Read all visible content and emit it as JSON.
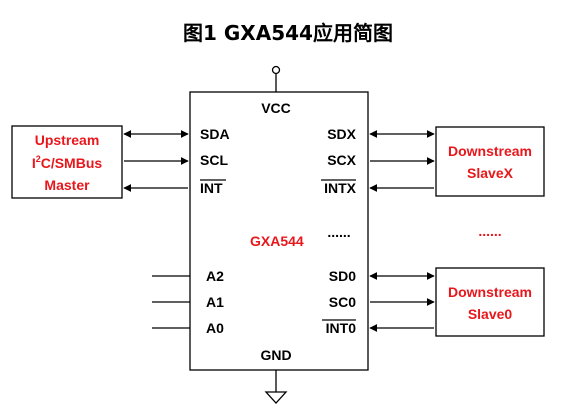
{
  "title": "图1 GXA544应用简图",
  "chip": {
    "name": "GXA544",
    "vcc": "VCC",
    "gnd": "GND",
    "dots": "......",
    "left_pins": [
      "SDA",
      "SCL",
      "INT",
      "A2",
      "A1",
      "A0"
    ],
    "right_pins": [
      "SDX",
      "SCX",
      "INTX",
      "SD0",
      "SC0",
      "INT0"
    ]
  },
  "master": {
    "line1": "Upstream",
    "line2_pre": "I",
    "line2_sup": "2",
    "line2_post": "C/SMBus",
    "line3": "Master"
  },
  "slave_x": {
    "line1": "Downstream",
    "line2": "SlaveX"
  },
  "slave_0": {
    "line1": "Downstream",
    "line2": "Slave0"
  },
  "between_dots": "......",
  "colors": {
    "accent": "#e8171c",
    "line": "#000000"
  }
}
